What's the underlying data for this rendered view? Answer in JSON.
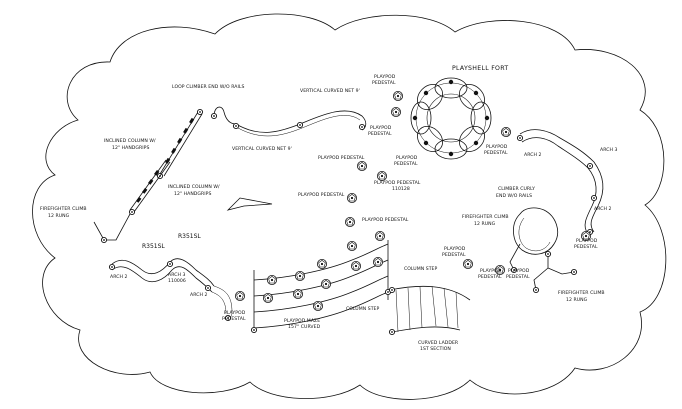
{
  "labels": {
    "playshell_fort": "PLAYSHELL FORT",
    "loop_climber": "LOOP CLIMBER END W/O RAILS",
    "vertical_curved_net_top": "VERTICAL CURVED NET 9'",
    "vertical_curved_net_bottom": "VERTICAL CURVED NET 9'",
    "inclined_column_upper_l1": "INCLINED COLUMN W/",
    "inclined_column_upper_l2": "12\" HANDGRIPS",
    "inclined_column_lower_l1": "INCLINED COLUMN W/",
    "inclined_column_lower_l2": "12\" HANDGRIPS",
    "firefighter_left_l1": "FIREFIGHTER CLIMB",
    "firefighter_left_l2": "12 RUNG",
    "playpod_top_l1": "PLAYPOD",
    "playpod_top_l2": "PEDESTAL",
    "playpod_center_a": "PLAYPOD PEDESTAL",
    "playpod_center_b_l1": "PLAYPOD",
    "playpod_center_b_l2": "PEDESTAL",
    "playpod_center_c_l1": "PLAYPOD PEDESTAL",
    "playpod_center_c_l2": "110128",
    "playpod_center_d": "PLAYPOD PEDESTAL",
    "playpod_center_e": "PLAYPOD PEDESTAL",
    "playpod_right_l1": "PLAYPOD",
    "playpod_right_l2": "PEDESTAL",
    "arch2_right_top": "ARCH 2",
    "arch3_right": "ARCH 3",
    "arch2_right_low": "ARCH 2",
    "climber_curly_l1": "CLIMBER CURLY",
    "climber_curly_l2": "END W/O RAILS",
    "firefighter_right_top_l1": "FIREFIGHTER CLIMB",
    "firefighter_right_top_l2": "12 RUNG",
    "playpod_far_right_l1": "PLAYPOD",
    "playpod_far_right_l2": "PEDESTAL",
    "firefighter_right_low_l1": "FIREFIGHTER CLIMB",
    "firefighter_right_low_l2": "12 RUNG",
    "r351sl_a": "R351SL",
    "r351sl_b": "R351SL",
    "arch2_left": "ARCH 2",
    "arch3_left_l1": "ARCH 3",
    "arch3_left_l2": "110006",
    "arch2_left_low": "ARCH 2",
    "playpod_left_low_l1": "PLAYPOD",
    "playpod_left_low_l2": "PEDESTAL",
    "playpod_maze_l1": "PLAYPOD MAZE",
    "playpod_maze_l2": "157° CURVED",
    "column_step_a": "COLUMN STEP",
    "column_step_b": "COLUMN STEP",
    "curved_ladder_l1": "CURVED LADDER",
    "curved_ladder_l2": "1ST SECTION",
    "playpod_lr_a_l1": "PLAYPOD",
    "playpod_lr_a_l2": "PEDESTAL",
    "playpod_lr_b_l1": "PLAYPOD",
    "playpod_lr_b_l2": "PEDESTAL",
    "playpod_lr_c_l1": "PLAYPOD",
    "playpod_lr_c_l2": "PEDESTAL"
  },
  "icons": {
    "playpod_pedestal": "playpod-pedestal-icon",
    "post": "post-icon"
  },
  "colors": {
    "ink": "#111111",
    "paper": "#ffffff"
  }
}
